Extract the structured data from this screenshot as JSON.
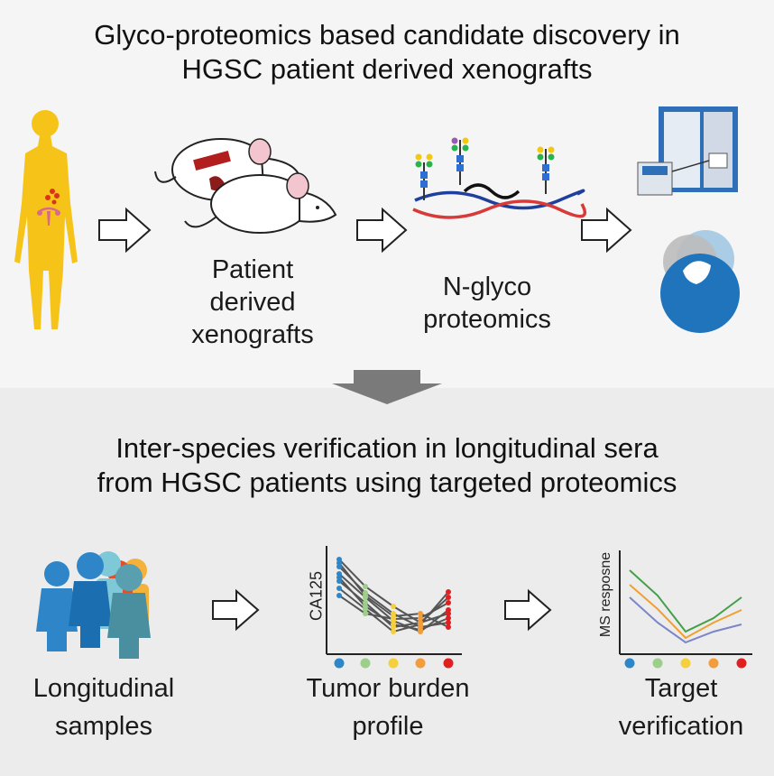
{
  "top": {
    "title_line1": "Glyco-proteomics based candidate discovery in",
    "title_line2": "HGSC patient derived xenografts",
    "step1_label_line1": "Patient",
    "step1_label_line2": "derived",
    "step1_label_line3": "xenografts",
    "step2_label_line1": "N-glyco",
    "step2_label_line2": "proteomics"
  },
  "bottom": {
    "title_line1": "Inter-species verification in longitudinal sera",
    "title_line2": "from HGSC patients using targeted proteomics",
    "step1_label_line1": "Longitudinal",
    "step1_label_line2": "samples",
    "step2_label_line1": "Tumor burden",
    "step2_label_line2": "profile",
    "step3_label_line1": "Target",
    "step3_label_line2": "verification"
  },
  "charts": {
    "ca125_ylabel": "CA125",
    "ms_ylabel": "MS resposne"
  },
  "colors": {
    "patient_yellow": "#f6c418",
    "arrow_gray": "#7a7a7a",
    "timepoint_colors": [
      "#2e86c8",
      "#9ccf8a",
      "#f4d03f",
      "#f39c3c",
      "#e02020"
    ]
  }
}
